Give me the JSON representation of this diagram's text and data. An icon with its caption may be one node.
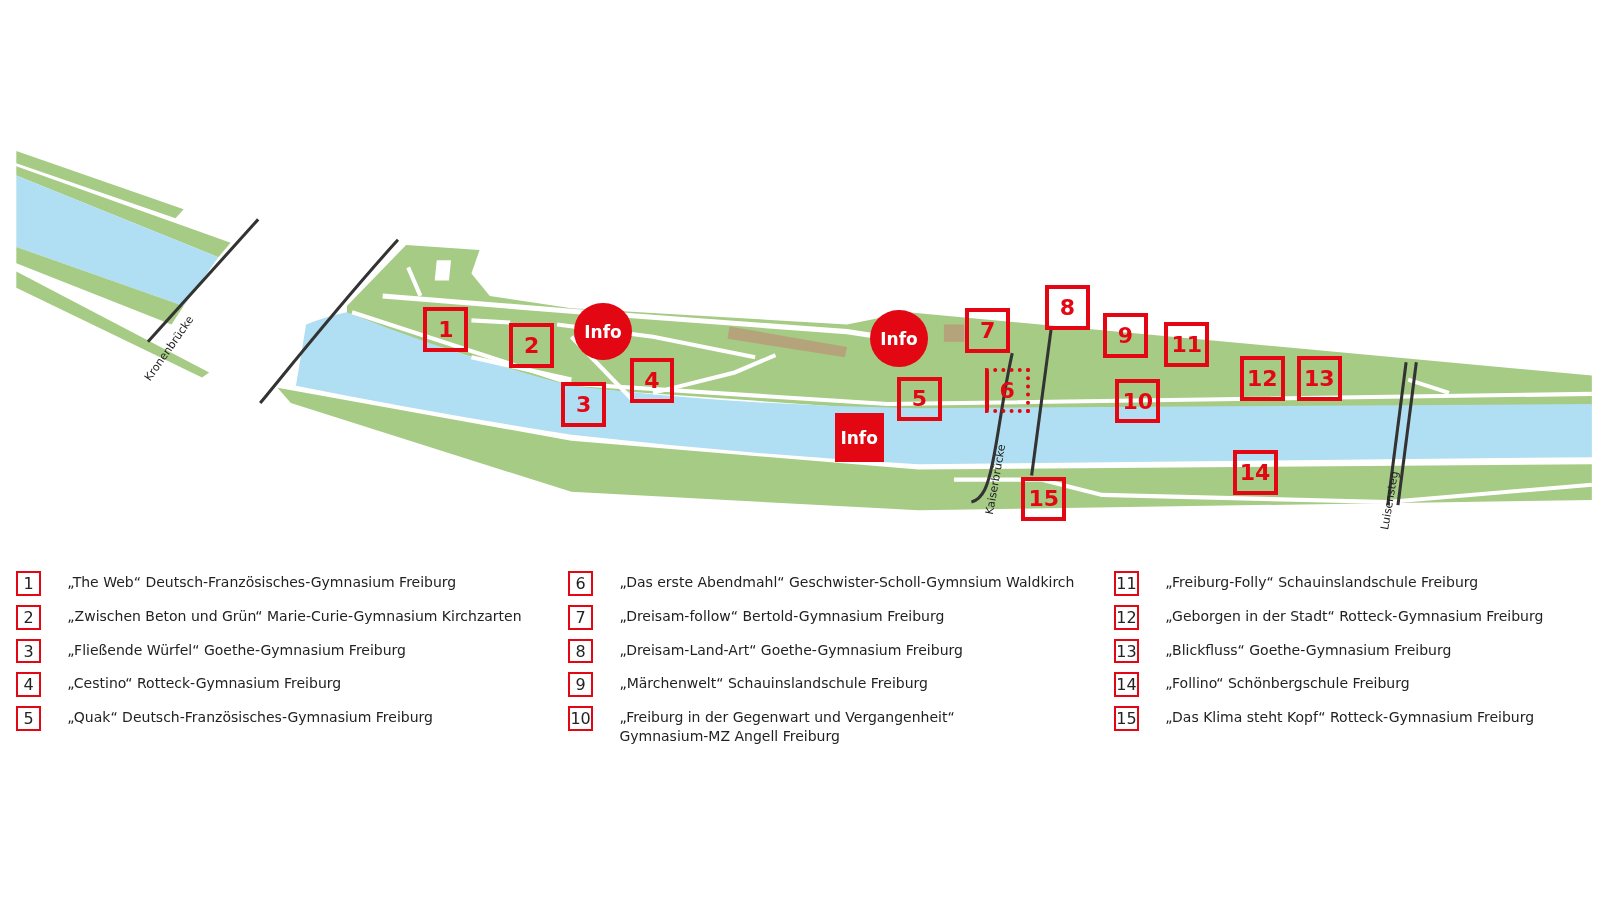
{
  "diagram": {
    "nodes": [
      {
        "text": [
          "1"
        ]
      },
      {
        "text": [
          "2"
        ]
      },
      {
        "text": [
          "3"
        ]
      },
      {
        "text": [
          "4"
        ]
      },
      {
        "text": [
          "5"
        ]
      },
      {
        "text": [
          "6"
        ]
      },
      {
        "text": [
          "7"
        ]
      },
      {
        "text": [
          "8"
        ]
      },
      {
        "text": [
          "9"
        ]
      },
      {
        "text": [
          "10"
        ]
      },
      {
        "text": [
          "11"
        ]
      },
      {
        "text": [
          "12"
        ]
      },
      {
        "text": [
          "13"
        ]
      },
      {
        "text": [
          "14"
        ]
      },
      {
        "text": [
          "15"
        ]
      },
      {
        "text": [
          "Info"
        ]
      },
      {
        "text": [
          "Info"
        ]
      },
      {
        "text": [
          "Info"
        ]
      },
      {
        "text": [
          "1"
        ],
        "beside": [
          "„The Web“ Deutsch-Französisches-Gymnasium Freiburg"
        ]
      },
      {
        "text": [
          "2"
        ],
        "beside": [
          "„Zwischen Beton und Grün“ Marie-Curie-Gymnasium Kirchzarten"
        ]
      },
      {
        "text": [
          "3"
        ],
        "beside": [
          "„Fließende Würfel“ Goethe-Gymnasium Freiburg"
        ]
      },
      {
        "text": [
          "4"
        ],
        "beside": [
          "„Cestino“ Rotteck-Gymnasium Freiburg"
        ]
      },
      {
        "text": [
          "5"
        ],
        "beside": [
          "„Quak“ Deutsch-Französisches-Gymnasium Freiburg"
        ]
      },
      {
        "text": [
          "6"
        ],
        "beside": [
          "„Das erste Abendmahl“ Geschwister-Scholl-Gymnsium Waldkirch"
        ]
      },
      {
        "text": [
          "7"
        ],
        "beside": [
          "„Dreisam-follow“ Bertold-Gymnasium Freiburg"
        ]
      },
      {
        "text": [
          "8"
        ],
        "beside": [
          "„Dreisam-Land-Art“ Goethe-Gymnasium Freiburg"
        ]
      },
      {
        "text": [
          "9"
        ],
        "beside": [
          "„Märchenwelt“ Schauinslandschule Freiburg"
        ]
      },
      {
        "text": [
          "10"
        ],
        "beside": [
          "„Freiburg in der Gegenwart und Vergangenheit“ Gymnasium-MZ Angell Freiburg"
        ]
      },
      {
        "text": [
          "11"
        ],
        "beside": [
          "„Freiburg-Folly“ Schauinslandschule Freiburg"
        ]
      },
      {
        "text": [
          "12"
        ],
        "beside": [
          "„Geborgen in der Stadt“ Rotteck-Gymnasium Freiburg"
        ]
      },
      {
        "text": [
          "13"
        ],
        "beside": [
          "„Blickfluss“ Goethe-Gymnasium Freiburg"
        ]
      },
      {
        "text": [
          "14"
        ],
        "beside": [
          "„Follino“ Schönbergschule Freiburg"
        ]
      },
      {
        "text": [
          "15"
        ],
        "beside": [
          "„Das Klima steht Kopf“ Rotteck-Gymnasium Freiburg"
        ]
      }
    ],
    "labels": [
      "Kronenbrücke",
      "Kaiserbrücke",
      "Luisensteg"
    ]
  }
}
